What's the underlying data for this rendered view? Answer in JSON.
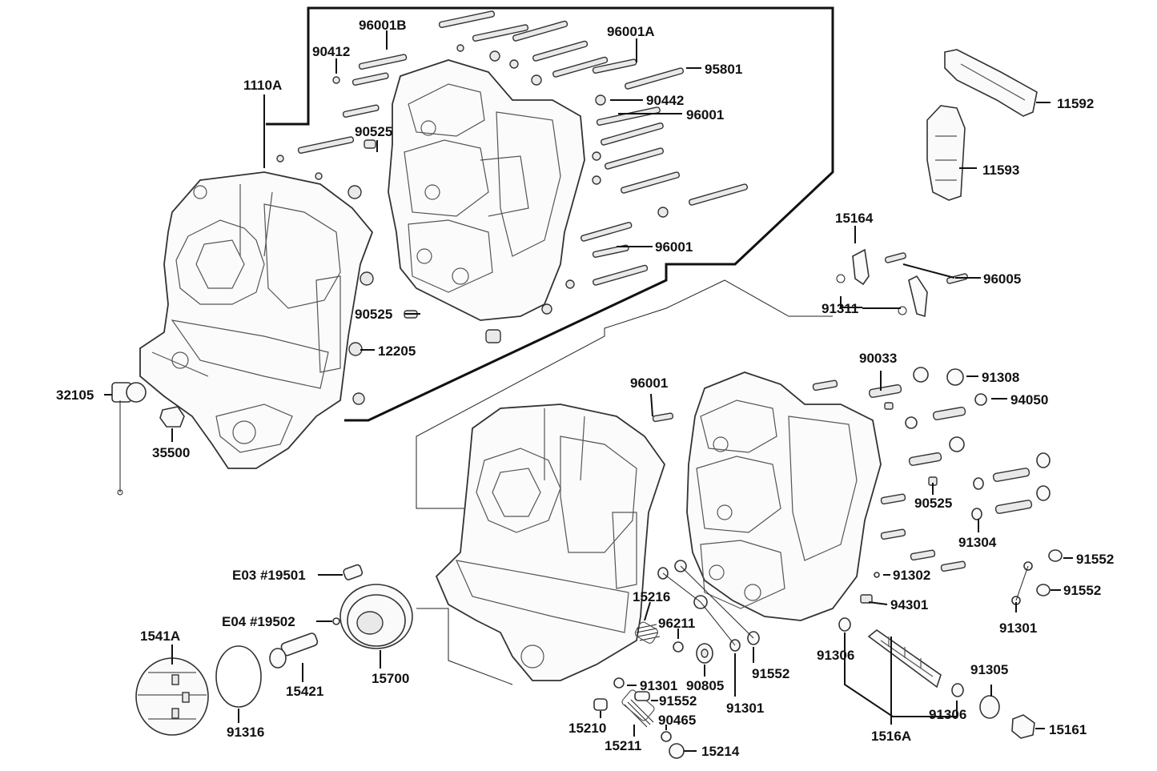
{
  "diagram": {
    "labels": {
      "l_96001B": "96001B",
      "l_96001A": "96001A",
      "l_90412": "90412",
      "l_95801": "95801",
      "l_1110A": "1110A",
      "l_90442": "90442",
      "l_96001_a": "96001",
      "l_90525_a": "90525",
      "l_96001_b": "96001",
      "l_90525_b": "90525",
      "l_12205": "12205",
      "l_32105": "32105",
      "l_35500": "35500",
      "l_11592": "11592",
      "l_11593": "11593",
      "l_15164": "15164",
      "l_96005": "96005",
      "l_91311": "91311",
      "l_90033": "90033",
      "l_91308": "91308",
      "l_94050": "94050",
      "l_96001_c": "96001",
      "l_90525_c": "90525",
      "l_91304": "91304",
      "l_91552_a": "91552",
      "l_91552_b": "91552",
      "l_91302": "91302",
      "l_94301": "94301",
      "l_91301_a": "91301",
      "l_E03": "E03 #19501",
      "l_E04": "E04 #19502",
      "l_15216": "15216",
      "l_96211": "96211",
      "l_1541A": "1541A",
      "l_91306_a": "91306",
      "l_91552_c": "91552",
      "l_90805": "90805",
      "l_15700": "15700",
      "l_15421": "15421",
      "l_91301_b": "91301",
      "l_91301_c": "91301",
      "l_91305": "91305",
      "l_91552_d": "91552",
      "l_91316": "91316",
      "l_15210": "15210",
      "l_90465": "90465",
      "l_91306_b": "91306",
      "l_15161": "15161",
      "l_1516A": "1516A",
      "l_15211": "15211",
      "l_15214": "15214"
    }
  }
}
